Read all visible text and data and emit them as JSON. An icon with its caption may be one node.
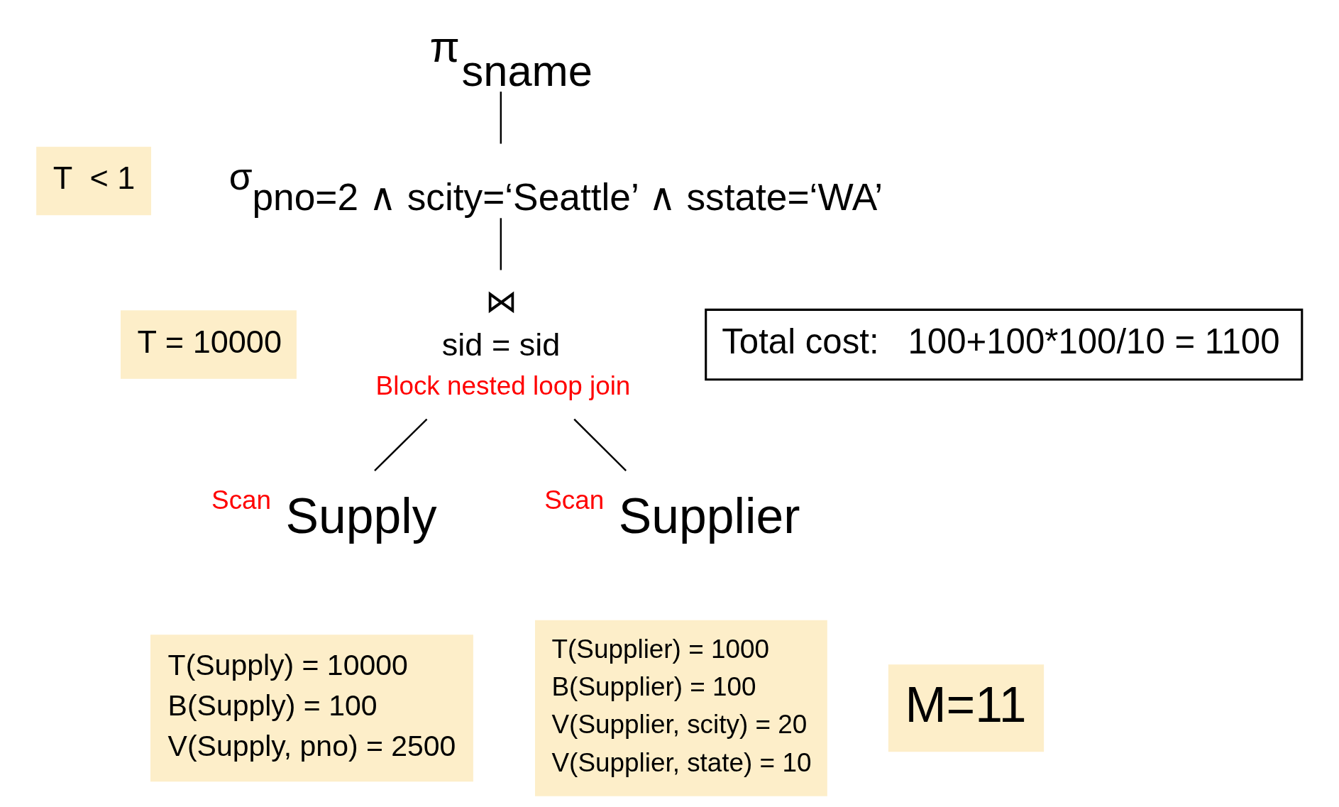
{
  "diagram": {
    "nodes": [
      {
        "text": [
          "π$_{sname}$"
        ]
      },
      {
        "text": [
          "σ$_{pno=2 ∧ scity=‘Seattle’ ∧ sstate=‘WA’}$"
        ]
      },
      {
        "text": [
          "⋈",
          "sid = sid"
        ],
        "beside": [
          "Block nested loop join"
        ]
      },
      {
        "text": [
          "Supply"
        ],
        "beside": [
          "Scan"
        ]
      },
      {
        "text": [
          "Supplier"
        ],
        "beside": [
          "Scan"
        ]
      },
      {
        "text": [
          "T  < 1"
        ]
      },
      {
        "text": [
          "T = 10000"
        ]
      },
      {
        "text": [
          "Total cost:   100+100*100/10 = 1100"
        ]
      },
      {
        "text": [
          "T(Supply) = 10000",
          "B(Supply) = 100",
          "V(Supply, pno) = 2500"
        ]
      },
      {
        "text": [
          "T(Supplier) = 1000",
          "B(Supplier) = 100",
          "V(Supplier, scity) = 20",
          "V(Supplier, state) = 10"
        ]
      },
      {
        "text": [
          "M=11"
        ]
      }
    ],
    "edges": [
      {
        "from": 0,
        "to": 1,
        "arrow": "none"
      },
      {
        "from": 1,
        "to": 2,
        "arrow": "none"
      },
      {
        "from": 2,
        "to": 3,
        "arrow": "none"
      },
      {
        "from": 2,
        "to": 4,
        "arrow": "none"
      }
    ]
  }
}
